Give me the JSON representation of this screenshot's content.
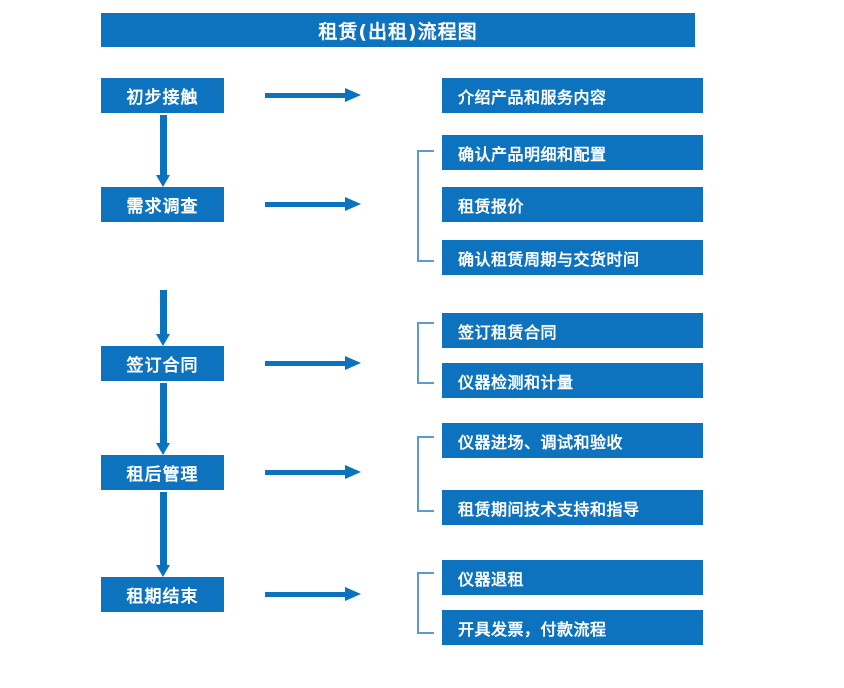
{
  "diagram": {
    "title": "租赁(出租)流程图",
    "accent_color": "#0d73be",
    "bracket_color": "#5b9bd5",
    "arrow_color": "#0b72bd",
    "text_color": "#ffffff",
    "background_color": "#ffffff"
  },
  "stages": [
    {
      "label": "初步接触"
    },
    {
      "label": "需求调查"
    },
    {
      "label": "签订合同"
    },
    {
      "label": "租后管理"
    },
    {
      "label": "租期结束"
    }
  ],
  "details": [
    {
      "label": "介绍产品和服务内容"
    },
    {
      "label": "确认产品明细和配置"
    },
    {
      "label": "租赁报价"
    },
    {
      "label": "确认租赁周期与交货时间"
    },
    {
      "label": "签订租赁合同"
    },
    {
      "label": "仪器检测和计量"
    },
    {
      "label": "仪器进场、调试和验收"
    },
    {
      "label": "租赁期间技术支持和指导"
    },
    {
      "label": "仪器退租"
    },
    {
      "label": "开具发票，付款流程"
    }
  ]
}
